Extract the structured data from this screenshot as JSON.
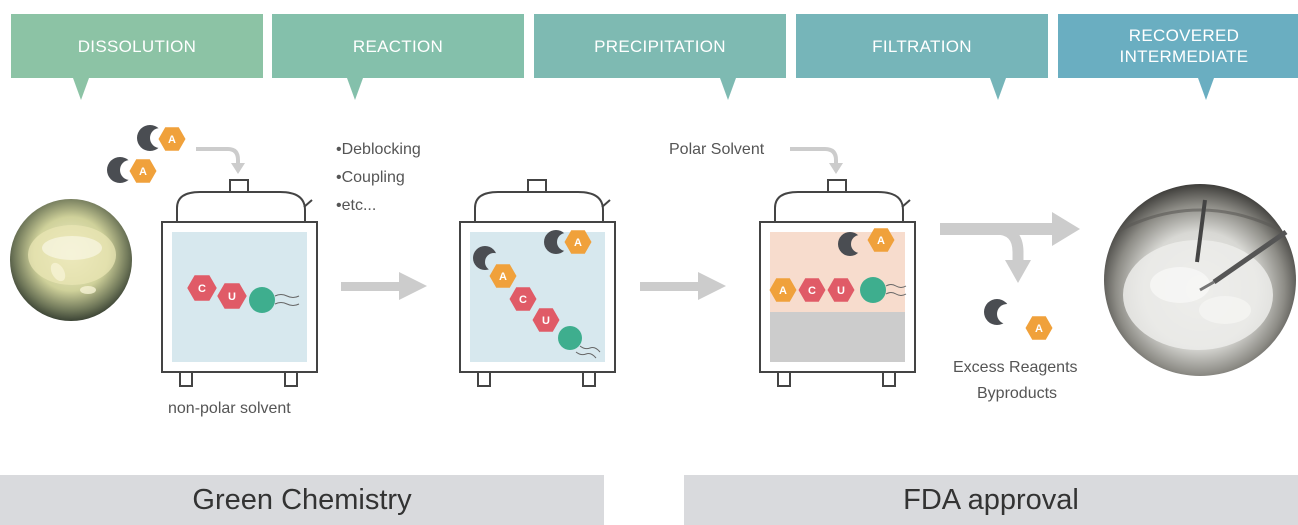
{
  "stages": [
    {
      "label": "DISSOLUTION",
      "color": "#8cc3a5"
    },
    {
      "label": "REACTION",
      "color": "#84c0ab"
    },
    {
      "label": "PRECIPITATION",
      "color": "#7ebab2"
    },
    {
      "label": "FILTRATION",
      "color": "#76b5b9"
    },
    {
      "label": "RECOVERED\nINTERMEDIATE",
      "color": "#6aaec1"
    }
  ],
  "annotations": {
    "reaction_steps": [
      "•Deblocking",
      "•Coupling",
      "•etc..."
    ],
    "polar_solvent": "Polar Solvent",
    "non_polar_solvent": "non-polar solvent",
    "excess_reagents": "Excess Reagents",
    "byproducts": "Byproducts"
  },
  "monomer_letters": {
    "a": "A",
    "c": "C",
    "u": "U"
  },
  "footer": {
    "left": "Green Chemistry",
    "right": "FDA approval"
  },
  "colors": {
    "orange_hex": "#f0a13b",
    "red_hex": "#e05b67",
    "dark_crescent": "#4a4d52",
    "bead": "#3eae8e",
    "vessel_solution": "#d7e8ee",
    "precip_top": "#f7dccd",
    "precip_bottom": "#cccccc",
    "arrow": "#cccccc"
  }
}
